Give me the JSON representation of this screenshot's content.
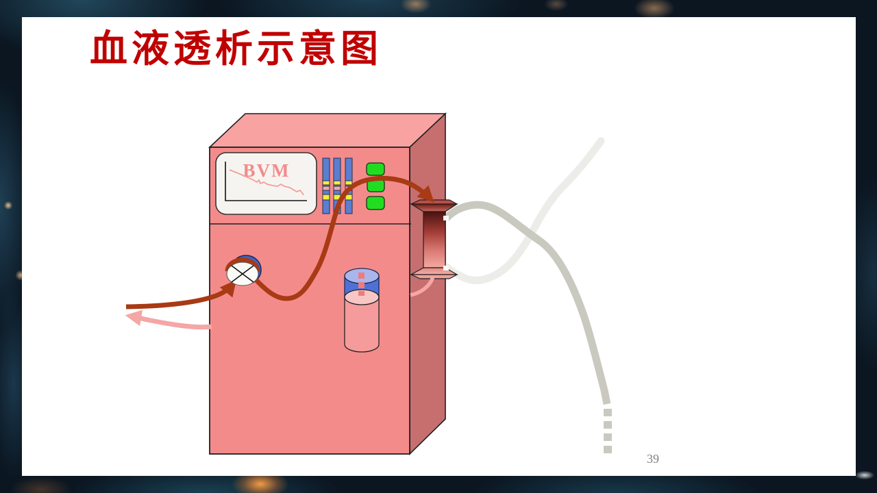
{
  "slide": {
    "title": "血液透析示意图",
    "page_number": "39"
  },
  "diagram": {
    "screen_label": "BVM"
  },
  "colors": {
    "title_red": "#C00000",
    "machine_front": "#F48B8B",
    "machine_top": "#F9A2A2",
    "machine_side": "#C76F6F",
    "screen_bg": "#F6F4F0",
    "screen_label_pink": "#F28B8B",
    "blood_line_dark_red": "#A83A15",
    "return_line_pink": "#F5A6A6",
    "dialysate_line_dark": "#C9C9C0",
    "dialysate_line_light": "#ECECE9",
    "button_green": "#22DC22",
    "bar_blue": "#5B7ED1",
    "stripe_yellow": "#F2EE3A",
    "pump_blue": "#3C64C8",
    "chamber_blue_side": "#4F71D6",
    "chamber_blue_top": "#A9B6EC",
    "background_dark": "#0B1621",
    "page_number_gray": "#7F7F7F"
  }
}
